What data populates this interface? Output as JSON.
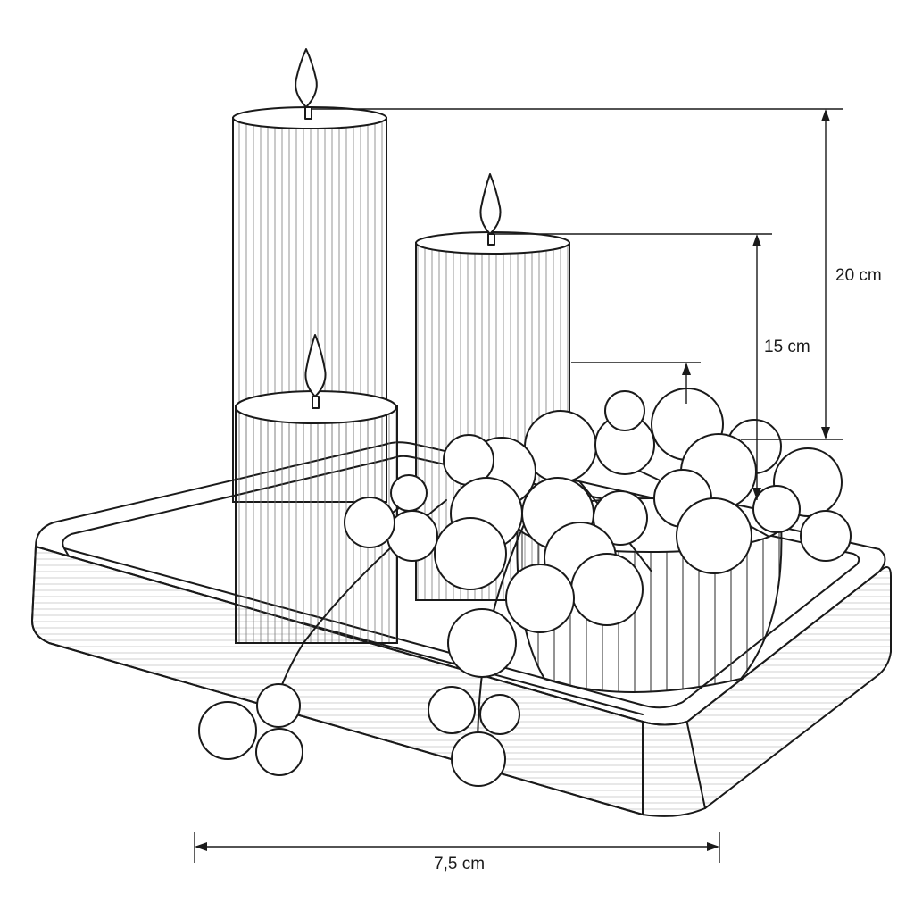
{
  "dimensions": {
    "height_large": "20 cm",
    "height_medium": "15 cm",
    "width": "7,5 cm"
  }
}
